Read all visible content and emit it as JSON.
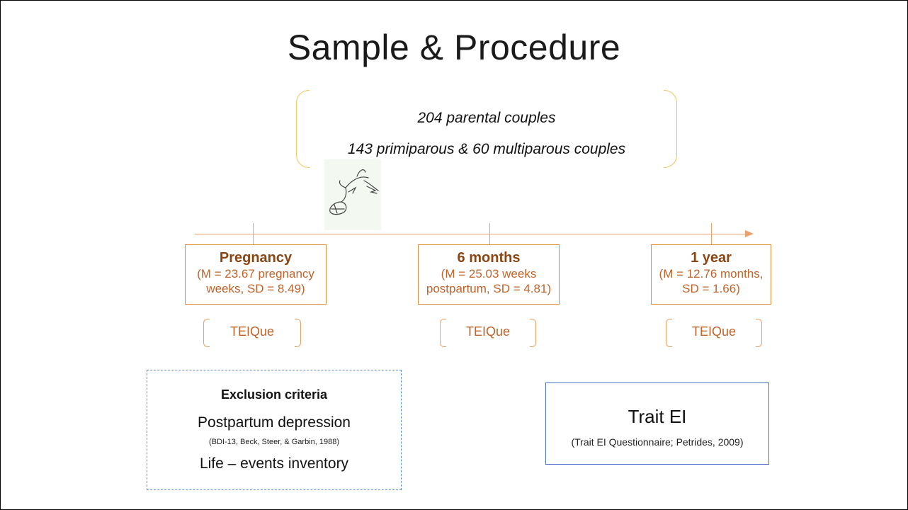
{
  "slide": {
    "title": "Sample & Procedure"
  },
  "sample": {
    "line1": "204 parental couples",
    "line2": "143 primiparous & 60 multiparous couples"
  },
  "timepoints": [
    {
      "name": "Pregnancy",
      "detail_a": "(M = 23.67 pregnancy",
      "detail_b": "weeks, SD = 8.49)",
      "measure": "TEIQue"
    },
    {
      "name": "6 months",
      "detail_a": "(M = 25.03 weeks",
      "detail_b": "postpartum, SD = 4.81)",
      "measure": "TEIQue"
    },
    {
      "name": "1 year",
      "detail_a": "(M = 12.76 months,",
      "detail_b": "SD = 1.66)",
      "measure": "TEIQue"
    }
  ],
  "exclusion": {
    "heading": "Exclusion criteria",
    "item1": "Postpartum depression",
    "item1_ref": "(BDI-13, Beck, Steer, & Garbin, 1988)",
    "item2": "Life – events inventory"
  },
  "trait": {
    "heading": "Trait EI",
    "ref": "(Trait EI Questionnaire; Petrides, 2009)"
  },
  "colors": {
    "timeline": "#e9a06a",
    "timepoint_border": "#e08a3e",
    "brace_yellow": "#f2c45a",
    "exclusion_border": "#5b8fd0",
    "trait_border": "#4a70c8"
  },
  "icons": {
    "illustration": "stork-carrying-baby-icon"
  }
}
